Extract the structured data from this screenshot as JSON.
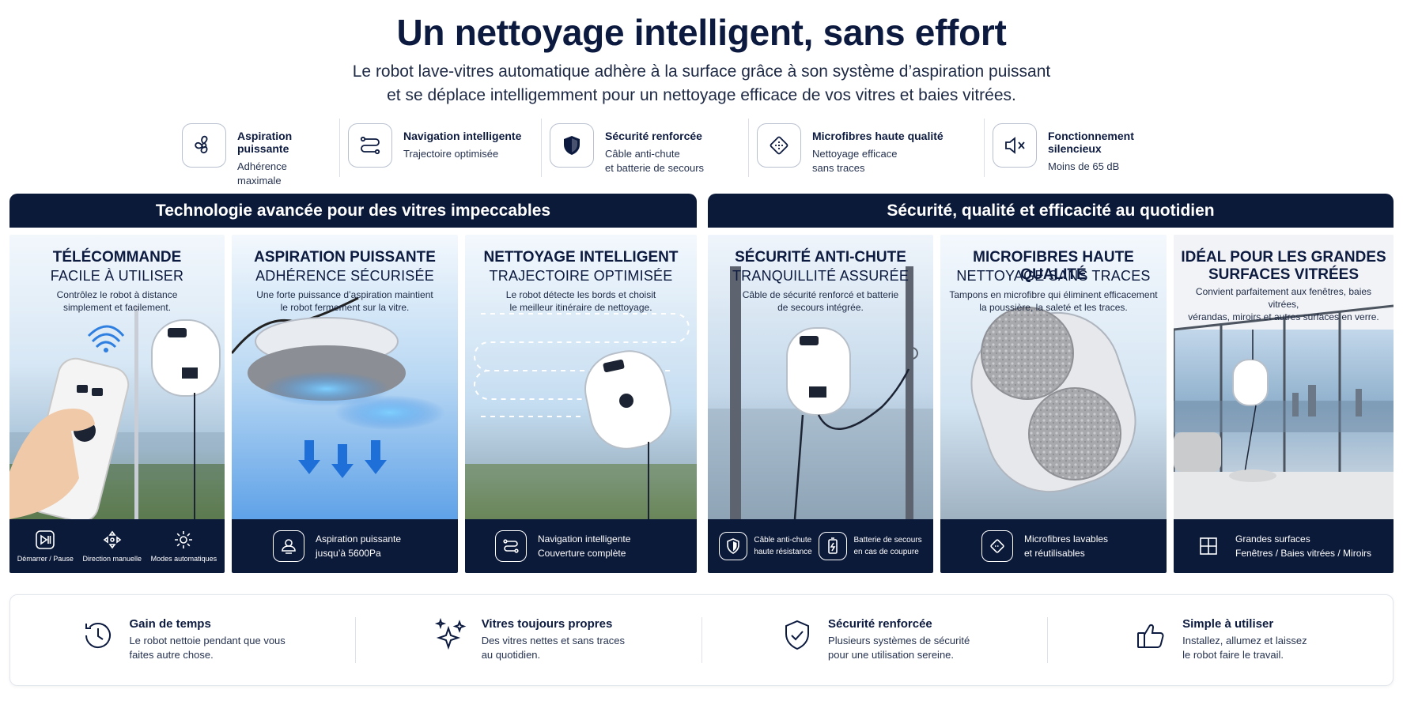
{
  "header": {
    "title": "Un nettoyage intelligent, sans effort",
    "subtitle_line1": "Le robot lave-vitres automatique adhère à la surface grâce à son système d’aspiration puissant",
    "subtitle_line2": "et se déplace intelligemment pour un nettoyage efficace de vos vitres et baies vitrées."
  },
  "features": [
    {
      "icon": "fan-icon",
      "title": "Aspiration puissante",
      "desc1": "Adhérence maximale",
      "desc2": ""
    },
    {
      "icon": "route-icon",
      "title": "Navigation intelligente",
      "desc1": "Trajectoire optimisée",
      "desc2": ""
    },
    {
      "icon": "shield-icon",
      "title": "Sécurité renforcée",
      "desc1": "Câble anti-chute",
      "desc2": "et batterie de secours"
    },
    {
      "icon": "microfiber-icon",
      "title": "Microfibres haute qualité",
      "desc1": "Nettoyage efficace",
      "desc2": "sans traces"
    },
    {
      "icon": "speaker-mute-icon",
      "title": "Fonctionnement silencieux",
      "desc1": "Moins de 65 dB",
      "desc2": ""
    }
  ],
  "sections": {
    "left": "Technologie avancée pour des vitres impeccables",
    "right": "Sécurité, qualité et efficacité au quotidien"
  },
  "panels": [
    {
      "title": "TÉLÉCOMMANDE",
      "subtitle": "FACILE À UTILISER",
      "desc1": "Contrôlez le robot à distance",
      "desc2": "simplement et facilement.",
      "foot": [
        "Démarrer / Pause",
        "Direction manuelle",
        "Modes automatiques"
      ]
    },
    {
      "title": "ASPIRATION PUISSANTE",
      "subtitle": "ADHÉRENCE SÉCURISÉE",
      "desc1": "Une forte puissance d’aspiration maintient",
      "desc2": "le robot fermement sur la vitre.",
      "foot1": "Aspiration puissante",
      "foot2": "jusqu’à 5600Pa"
    },
    {
      "title": "NETTOYAGE INTELLIGENT",
      "subtitle": "TRAJECTOIRE OPTIMISÉE",
      "desc1": "Le robot détecte les bords et choisit",
      "desc2": "le meilleur itinéraire de nettoyage.",
      "foot1": "Navigation intelligente",
      "foot2": "Couverture complète"
    },
    {
      "title": "SÉCURITÉ ANTI-CHUTE",
      "subtitle": "TRANQUILLITÉ ASSURÉE",
      "desc1": "Câble de sécurité renforcé et batterie",
      "desc2": "de secours intégrée.",
      "foot_a1": "Câble anti-chute",
      "foot_a2": "haute résistance",
      "foot_b1": "Batterie de secours",
      "foot_b2": "en cas de coupure"
    },
    {
      "title": "MICROFIBRES HAUTE QUALITÉ",
      "subtitle": "NETTOYAGE SANS TRACES",
      "desc1": "Tampons en microfibre qui éliminent efficacement",
      "desc2": "la poussière, la saleté et les traces.",
      "foot1": "Microfibres lavables",
      "foot2": "et réutilisables"
    },
    {
      "title_line1": "IDÉAL POUR LES GRANDES",
      "title_line2": "SURFACES VITRÉES",
      "desc1": "Convient parfaitement aux fenêtres, baies vitrées,",
      "desc2": "vérandas, miroirs et autres surfaces en verre.",
      "foot1": "Grandes surfaces",
      "foot2": "Fenêtres / Baies vitrées / Miroirs"
    }
  ],
  "benefits": [
    {
      "icon": "clock-icon",
      "title": "Gain de temps",
      "desc1": "Le robot nettoie pendant que vous",
      "desc2": "faites autre chose."
    },
    {
      "icon": "sparkle-icon",
      "title": "Vitres toujours propres",
      "desc1": "Des vitres nettes et sans traces",
      "desc2": "au quotidien."
    },
    {
      "icon": "shield-check-icon",
      "title": "Sécurité renforcée",
      "desc1": "Plusieurs systèmes de sécurité",
      "desc2": "pour une utilisation sereine."
    },
    {
      "icon": "thumbs-up-icon",
      "title": "Simple à utiliser",
      "desc1": "Installez, allumez et laissez",
      "desc2": "le robot faire le travail."
    }
  ],
  "colors": {
    "navy": "#0c1a3a",
    "accent_blue": "#2f7fe0",
    "sky": "#cfe3f5"
  }
}
